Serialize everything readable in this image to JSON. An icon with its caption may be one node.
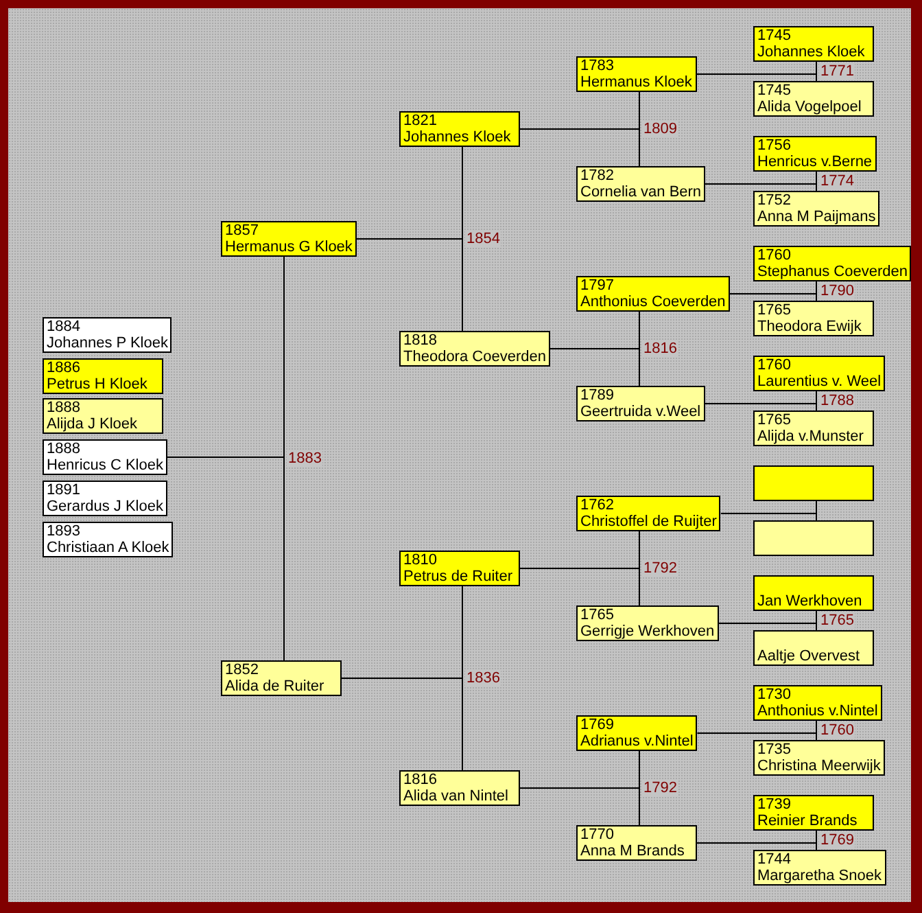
{
  "diagram": {
    "nodes": [
      {
        "text": [
          "1884",
          "Johannes P Kloek"
        ]
      },
      {
        "text": [
          "1886",
          "Petrus H Kloek"
        ]
      },
      {
        "text": [
          "1888",
          "Alijda J Kloek"
        ]
      },
      {
        "text": [
          "1888",
          "Henricus C Kloek"
        ]
      },
      {
        "text": [
          "1891",
          "Gerardus J Kloek"
        ]
      },
      {
        "text": [
          "1893",
          "Christiaan A Kloek"
        ]
      },
      {
        "text": [
          "1857",
          "Hermanus G Kloek"
        ]
      },
      {
        "text": [
          "1852",
          "Alida de Ruiter"
        ]
      },
      {
        "text": [
          "1821",
          "Johannes Kloek"
        ]
      },
      {
        "text": [
          "1818",
          "Theodora Coeverden"
        ]
      },
      {
        "text": [
          "1810",
          "Petrus de Ruiter"
        ]
      },
      {
        "text": [
          "1816",
          "Alida van Nintel"
        ]
      },
      {
        "text": [
          "1783",
          "Hermanus Kloek"
        ]
      },
      {
        "text": [
          "1782",
          "Cornelia van Bern"
        ]
      },
      {
        "text": [
          "1797",
          "Anthonius Coeverden"
        ]
      },
      {
        "text": [
          "1789",
          "Geertruida v.Weel"
        ]
      },
      {
        "text": [
          "1762",
          "Christoffel de Ruijter"
        ]
      },
      {
        "text": [
          "1765",
          "Gerrigje Werkhoven"
        ]
      },
      {
        "text": [
          "1769",
          "Adrianus v.Nintel"
        ]
      },
      {
        "text": [
          "1770",
          "Anna M  Brands"
        ]
      },
      {
        "text": [
          "1745",
          "Johannes Kloek"
        ]
      },
      {
        "text": [
          "1745",
          "Alida Vogelpoel"
        ]
      },
      {
        "text": [
          "1756",
          "Henricus v.Berne"
        ]
      },
      {
        "text": [
          "1752",
          "Anna M Paijmans"
        ]
      },
      {
        "text": [
          "1760",
          "Stephanus Coeverden"
        ]
      },
      {
        "text": [
          "1765",
          "Theodora Ewijk"
        ]
      },
      {
        "text": [
          "1760",
          "Laurentius v. Weel"
        ]
      },
      {
        "text": [
          "1765",
          "Alijda v.Munster"
        ]
      },
      {
        "text": [],
        "shape": "box"
      },
      {
        "text": [],
        "shape": "box"
      },
      {
        "text": [
          "Jan Werkhoven"
        ]
      },
      {
        "text": [
          "Aaltje Overvest"
        ]
      },
      {
        "text": [
          "1730",
          "Anthonius v.Nintel"
        ]
      },
      {
        "text": [
          "1735",
          "Christina Meerwijk"
        ]
      },
      {
        "text": [
          "1739",
          "Reinier Brands"
        ]
      },
      {
        "text": [
          "1744",
          "Margaretha Snoek"
        ]
      }
    ],
    "edges": [
      {
        "from": 6,
        "to": 7,
        "arrow": "none",
        "label": "1883"
      },
      {
        "from": 3,
        "to": 6,
        "arrow": "none"
      },
      {
        "from": 3,
        "to": 7,
        "arrow": "none"
      },
      {
        "from": 8,
        "to": 9,
        "arrow": "none",
        "label": "1854"
      },
      {
        "from": 6,
        "to": 8,
        "arrow": "none"
      },
      {
        "from": 6,
        "to": 9,
        "arrow": "none"
      },
      {
        "from": 10,
        "to": 11,
        "arrow": "none",
        "label": "1836"
      },
      {
        "from": 7,
        "to": 10,
        "arrow": "none"
      },
      {
        "from": 7,
        "to": 11,
        "arrow": "none"
      },
      {
        "from": 12,
        "to": 13,
        "arrow": "none",
        "label": "1809"
      },
      {
        "from": 8,
        "to": 12,
        "arrow": "none"
      },
      {
        "from": 8,
        "to": 13,
        "arrow": "none"
      },
      {
        "from": 14,
        "to": 15,
        "arrow": "none",
        "label": "1816"
      },
      {
        "from": 9,
        "to": 14,
        "arrow": "none"
      },
      {
        "from": 9,
        "to": 15,
        "arrow": "none"
      },
      {
        "from": 16,
        "to": 17,
        "arrow": "none",
        "label": "1792"
      },
      {
        "from": 10,
        "to": 16,
        "arrow": "none"
      },
      {
        "from": 10,
        "to": 17,
        "arrow": "none"
      },
      {
        "from": 18,
        "to": 19,
        "arrow": "none",
        "label": "1792"
      },
      {
        "from": 11,
        "to": 18,
        "arrow": "none"
      },
      {
        "from": 11,
        "to": 19,
        "arrow": "none"
      },
      {
        "from": 20,
        "to": 21,
        "arrow": "none",
        "label": "1771"
      },
      {
        "from": 12,
        "to": 20,
        "arrow": "none"
      },
      {
        "from": 12,
        "to": 21,
        "arrow": "none"
      },
      {
        "from": 22,
        "to": 23,
        "arrow": "none",
        "label": "1774"
      },
      {
        "from": 13,
        "to": 22,
        "arrow": "none"
      },
      {
        "from": 13,
        "to": 23,
        "arrow": "none"
      },
      {
        "from": 24,
        "to": 25,
        "arrow": "none",
        "label": "1790"
      },
      {
        "from": 14,
        "to": 24,
        "arrow": "none"
      },
      {
        "from": 14,
        "to": 25,
        "arrow": "none"
      },
      {
        "from": 26,
        "to": 27,
        "arrow": "none",
        "label": "1788"
      },
      {
        "from": 15,
        "to": 26,
        "arrow": "none"
      },
      {
        "from": 15,
        "to": 27,
        "arrow": "none"
      },
      {
        "from": 28,
        "to": 29,
        "arrow": "none"
      },
      {
        "from": 16,
        "to": 28,
        "arrow": "none"
      },
      {
        "from": 16,
        "to": 29,
        "arrow": "none"
      },
      {
        "from": 30,
        "to": 31,
        "arrow": "none",
        "label": "1765"
      },
      {
        "from": 17,
        "to": 30,
        "arrow": "none"
      },
      {
        "from": 17,
        "to": 31,
        "arrow": "none"
      },
      {
        "from": 32,
        "to": 33,
        "arrow": "none",
        "label": "1760"
      },
      {
        "from": 18,
        "to": 32,
        "arrow": "none"
      },
      {
        "from": 18,
        "to": 33,
        "arrow": "none"
      },
      {
        "from": 34,
        "to": 35,
        "arrow": "none",
        "label": "1769"
      },
      {
        "from": 19,
        "to": 34,
        "arrow": "none"
      },
      {
        "from": 19,
        "to": 35,
        "arrow": "none"
      }
    ]
  }
}
